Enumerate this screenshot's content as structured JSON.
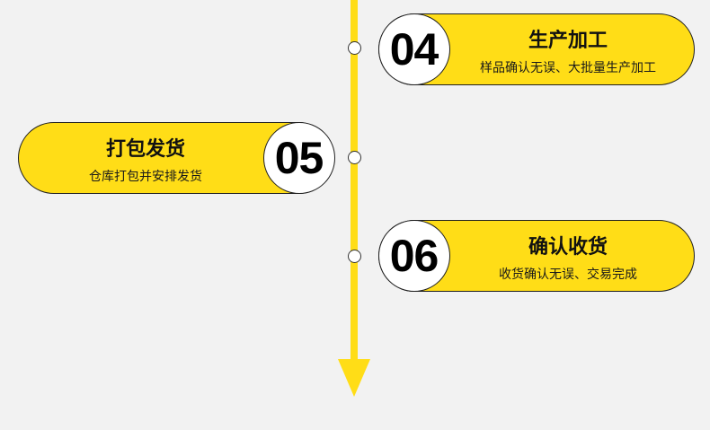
{
  "steps": [
    {
      "number": "04",
      "title": "生产加工",
      "description": "样品确认无误、大批量生产加工"
    },
    {
      "number": "05",
      "title": "打包发货",
      "description": "仓库打包并安排发货"
    },
    {
      "number": "06",
      "title": "确认收货",
      "description": "收货确认无误、交易完成"
    }
  ],
  "colors": {
    "accent": "#ffdd17",
    "background": "#f2f2f2",
    "outline": "#1f1f1f"
  }
}
